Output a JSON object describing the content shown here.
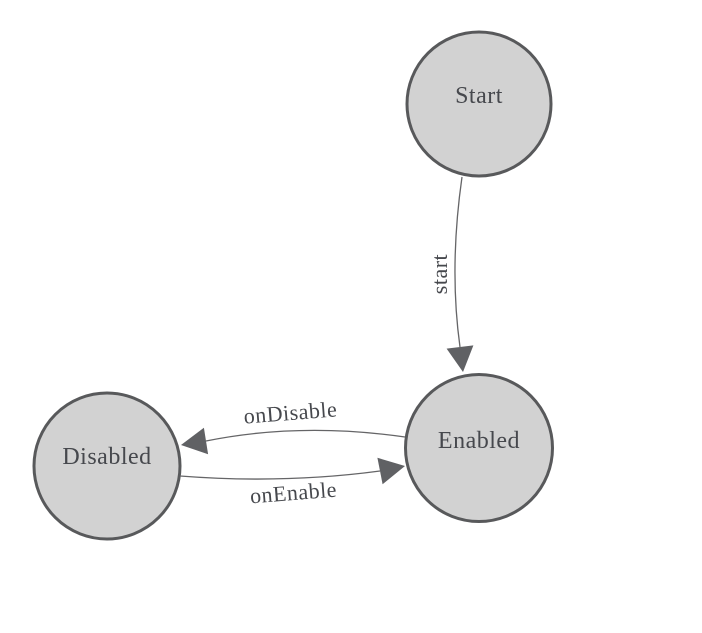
{
  "diagram": {
    "type": "state-machine",
    "nodes": [
      {
        "id": "start",
        "label": "Start"
      },
      {
        "id": "enabled",
        "label": "Enabled"
      },
      {
        "id": "disabled",
        "label": "Disabled"
      }
    ],
    "edges": [
      {
        "from": "Start",
        "to": "Enabled",
        "label": "start"
      },
      {
        "from": "Enabled",
        "to": "Disabled",
        "label": "onDisable"
      },
      {
        "from": "Disabled",
        "to": "Enabled",
        "label": "onEnable"
      }
    ],
    "colors": {
      "background": "#ffffff",
      "node_fill": "#d2d2d2",
      "node_border": "#58595b",
      "edge_line": "#656567",
      "arrow": "#606164",
      "text": "#46484d"
    }
  }
}
